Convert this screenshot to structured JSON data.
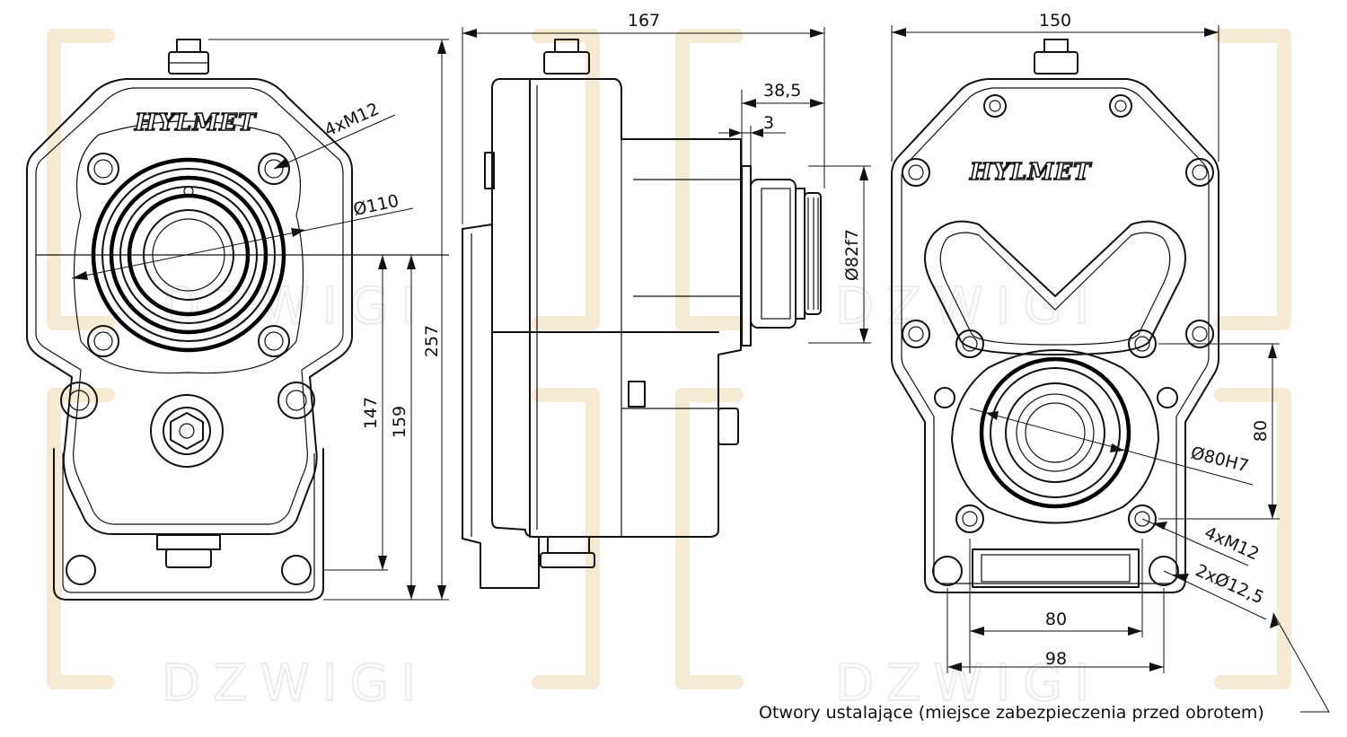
{
  "watermark": {
    "text": "DZWIGI"
  },
  "logo": {
    "text": "HYLMET"
  },
  "dimensions": {
    "front_height_total": "257",
    "front_height_159": "159",
    "front_height_147": "147",
    "front_bolts": "4xM12",
    "front_diameter": "Ø110",
    "side_width": "167",
    "side_flange_depth": "38,5",
    "side_step": "3",
    "side_shaft_diameter": "Ø82f7",
    "rear_width": "150",
    "rear_height_80": "80",
    "rear_bore": "Ø80H7",
    "rear_bolts": "4xM12",
    "rear_holes": "2xØ12,5",
    "rear_spacing_80": "80",
    "rear_spacing_98": "98"
  },
  "note": {
    "text": "Otwory ustalające (miejsce zabezpieczenia przed obrotem)"
  }
}
